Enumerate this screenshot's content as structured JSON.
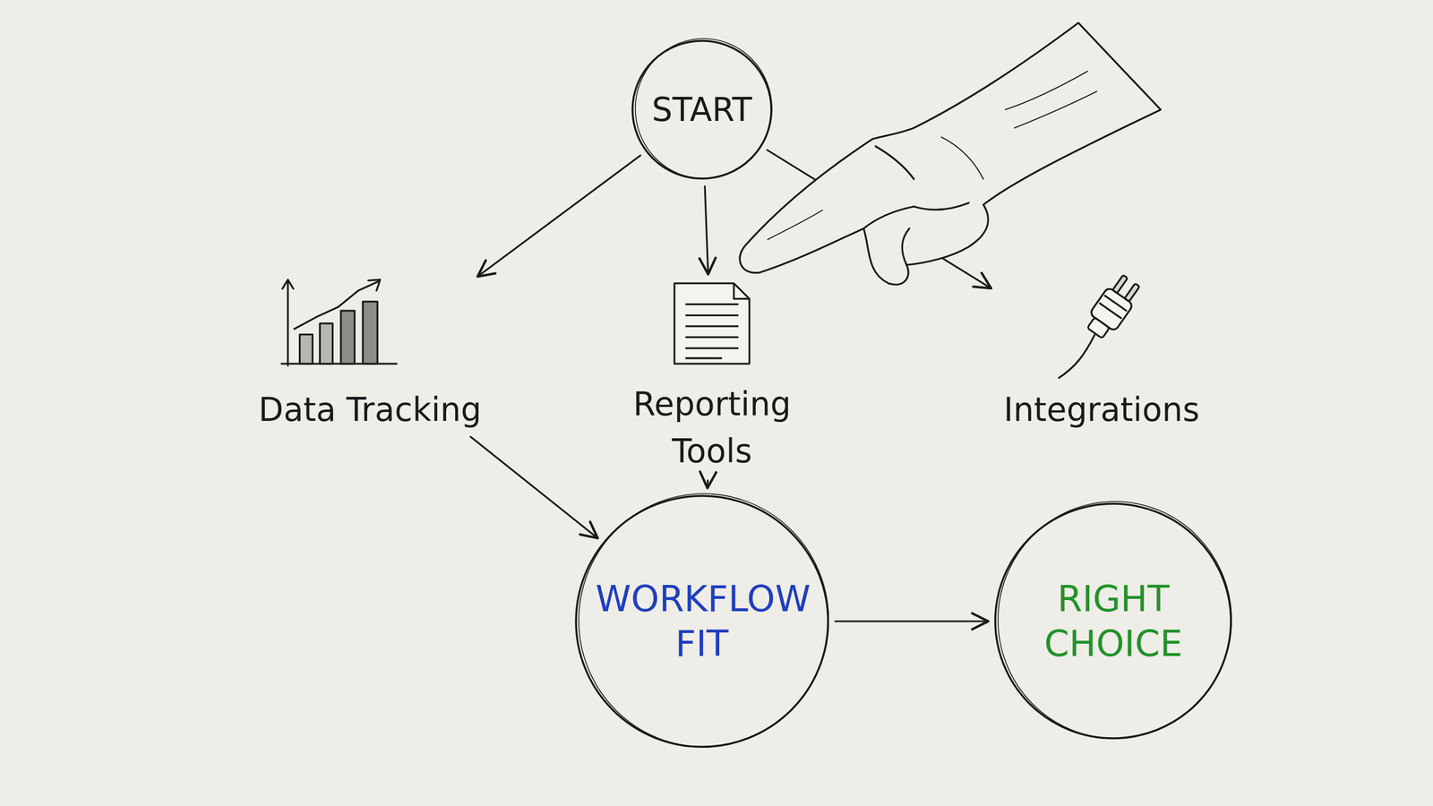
{
  "diagram": {
    "nodes": [
      {
        "text": [
          "START"
        ]
      },
      {
        "text": [
          "Data Tracking"
        ]
      },
      {
        "text": [
          "Reporting Tools"
        ]
      },
      {
        "text": [
          "Integrations"
        ]
      },
      {
        "text": [
          "WORKFLOW FIT"
        ]
      },
      {
        "text": [
          "RIGHT CHOICE"
        ]
      }
    ],
    "edges": [
      {
        "from": 0,
        "to": 1,
        "arrow": "to"
      },
      {
        "from": 0,
        "to": 2,
        "arrow": "to"
      },
      {
        "from": 0,
        "to": 3,
        "arrow": "to"
      },
      {
        "from": 1,
        "to": 4,
        "arrow": "to"
      },
      {
        "from": 2,
        "to": 4,
        "arrow": "to"
      },
      {
        "from": 4,
        "to": 5,
        "arrow": "to"
      }
    ]
  }
}
